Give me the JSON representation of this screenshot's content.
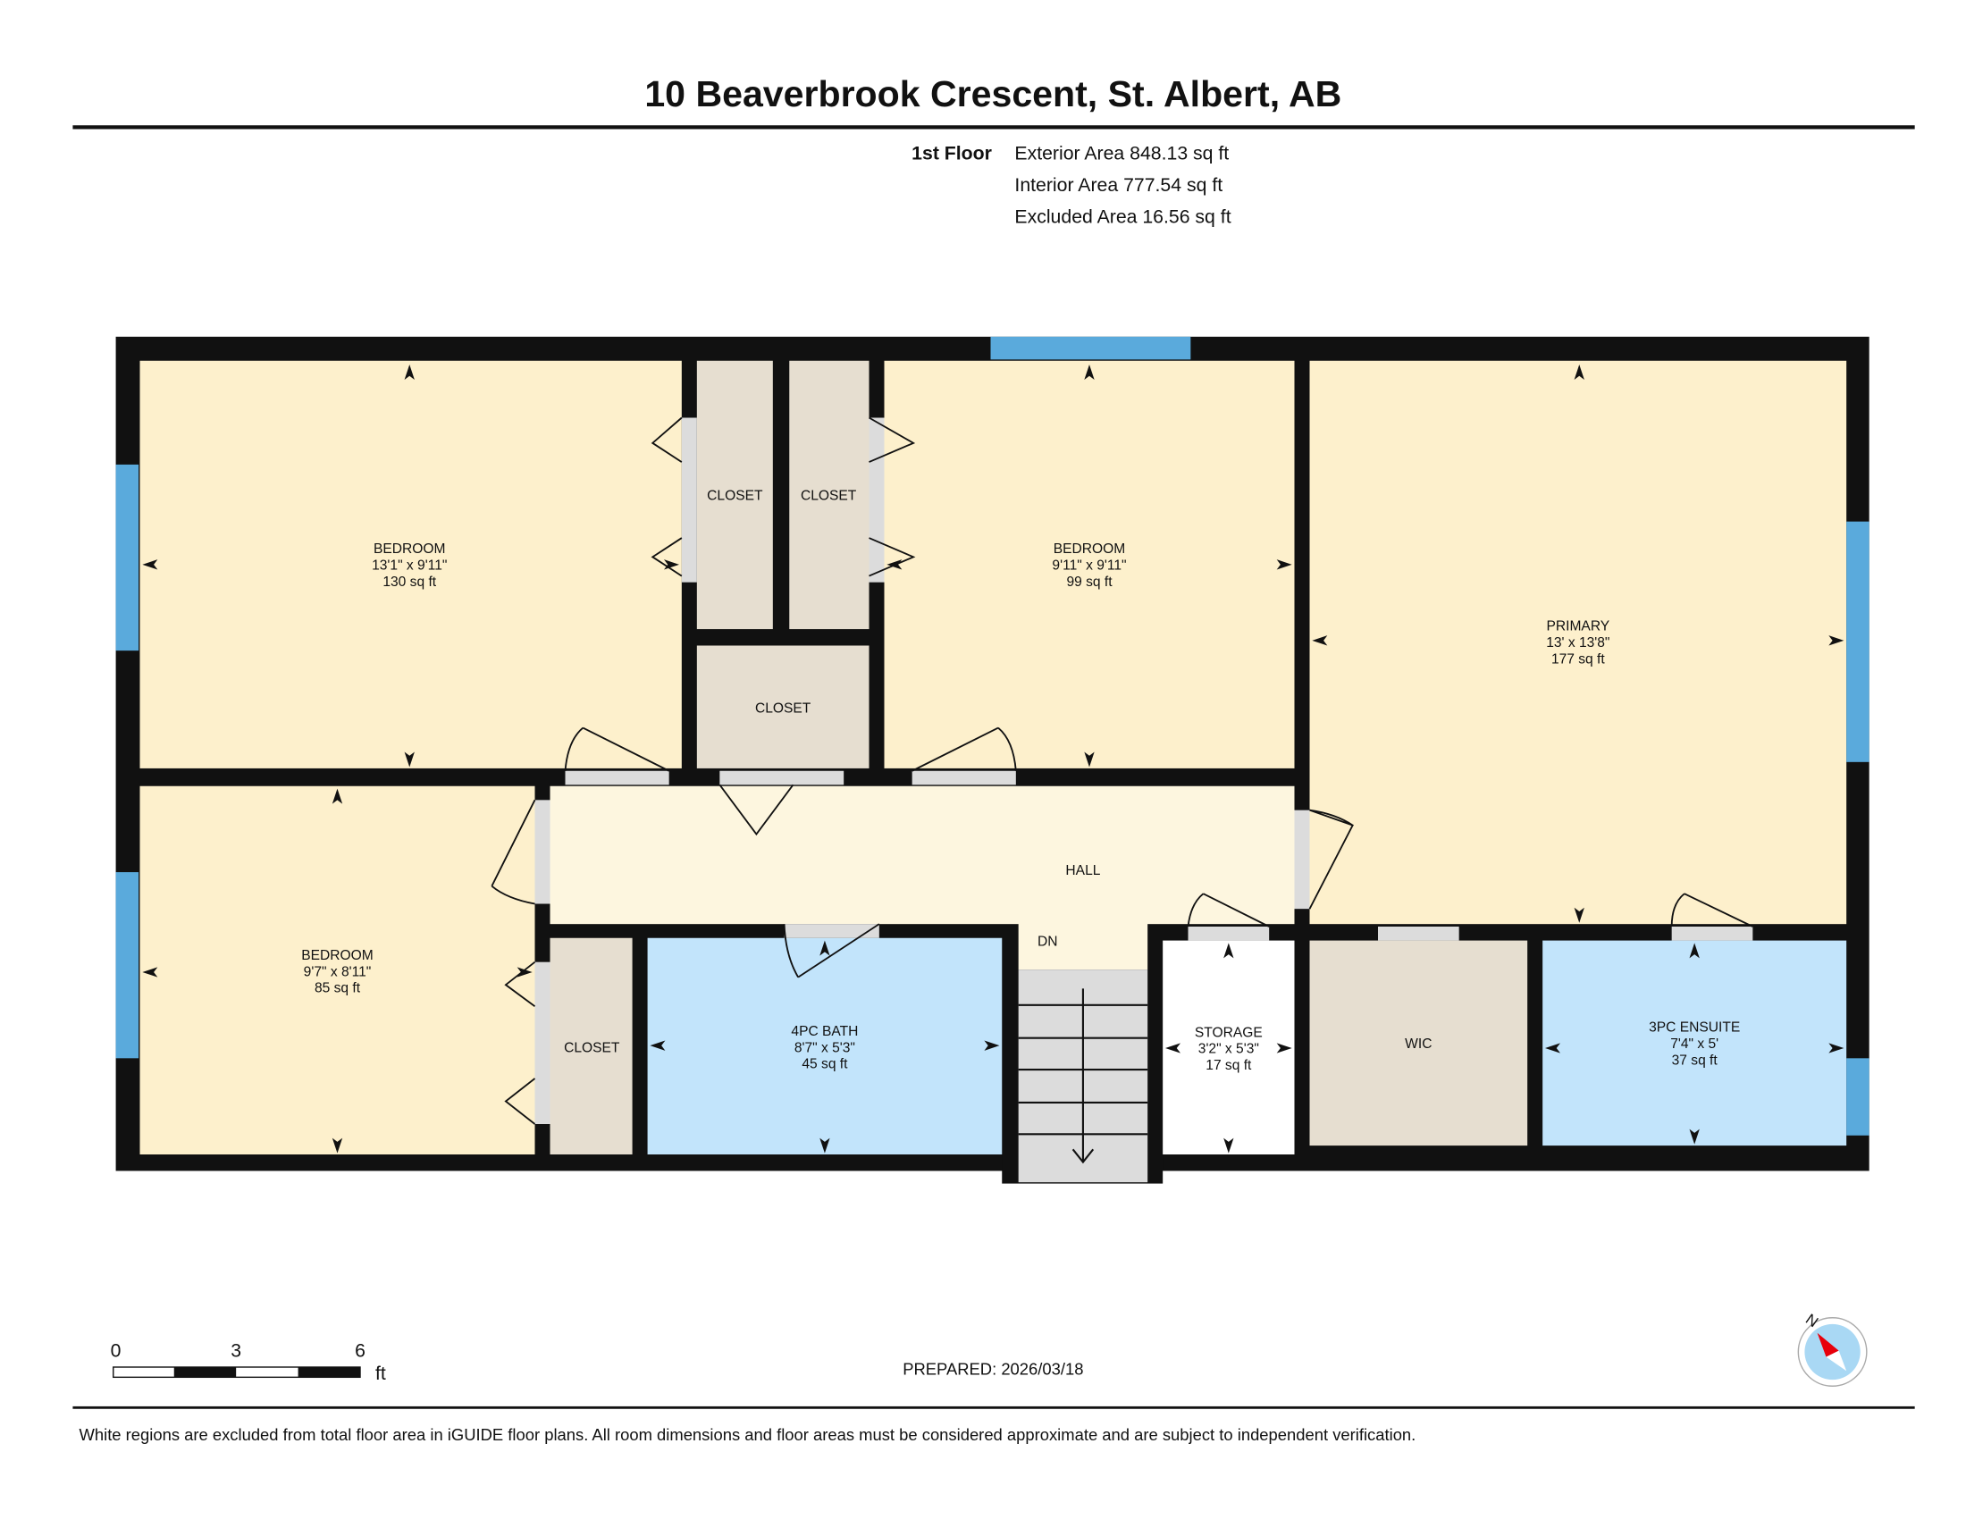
{
  "title": "10 Beaverbrook Crescent, St. Albert, AB",
  "floor": {
    "name": "1st Floor",
    "exterior": "Exterior Area 848.13 sq ft",
    "interior": "Interior Area 777.54 sq ft",
    "excluded": "Excluded Area 16.56 sq ft"
  },
  "rooms": {
    "bedroom1": {
      "name": "BEDROOM",
      "dims": "13'1\" x 9'11\"",
      "area": "130 sq ft"
    },
    "bedroom2": {
      "name": "BEDROOM",
      "dims": "9'11\" x 9'11\"",
      "area": "99 sq ft"
    },
    "primary": {
      "name": "PRIMARY",
      "dims": "13' x 13'8\"",
      "area": "177 sq ft"
    },
    "bedroom3": {
      "name": "BEDROOM",
      "dims": "9'7\" x 8'11\"",
      "area": "85 sq ft"
    },
    "bath": {
      "name": "4PC BATH",
      "dims": "8'7\" x 5'3\"",
      "area": "45 sq ft"
    },
    "storage": {
      "name": "STORAGE",
      "dims": "3'2\" x 5'3\"",
      "area": "17 sq ft"
    },
    "ensuite": {
      "name": "3PC ENSUITE",
      "dims": "7'4\" x 5'",
      "area": "37 sq ft"
    },
    "wic": {
      "name": "WIC"
    },
    "hall": {
      "name": "HALL"
    },
    "closet": "CLOSET",
    "stairs": "DN"
  },
  "scale": {
    "t0": "0",
    "t1": "3",
    "t2": "6",
    "unit": "ft"
  },
  "compass": "N",
  "prepared": "PREPARED: 2026/03/18",
  "disclaimer": "White regions are excluded from total floor area in iGUIDE floor plans. All room dimensions and floor areas must be considered approximate and are subject to independent verification.",
  "colors": {
    "bedroom": "#fdf0cc",
    "closet": "#e6ded0",
    "bath": "#c2e4fb",
    "window": "#5aaadc",
    "hall": "#fdf6df"
  }
}
